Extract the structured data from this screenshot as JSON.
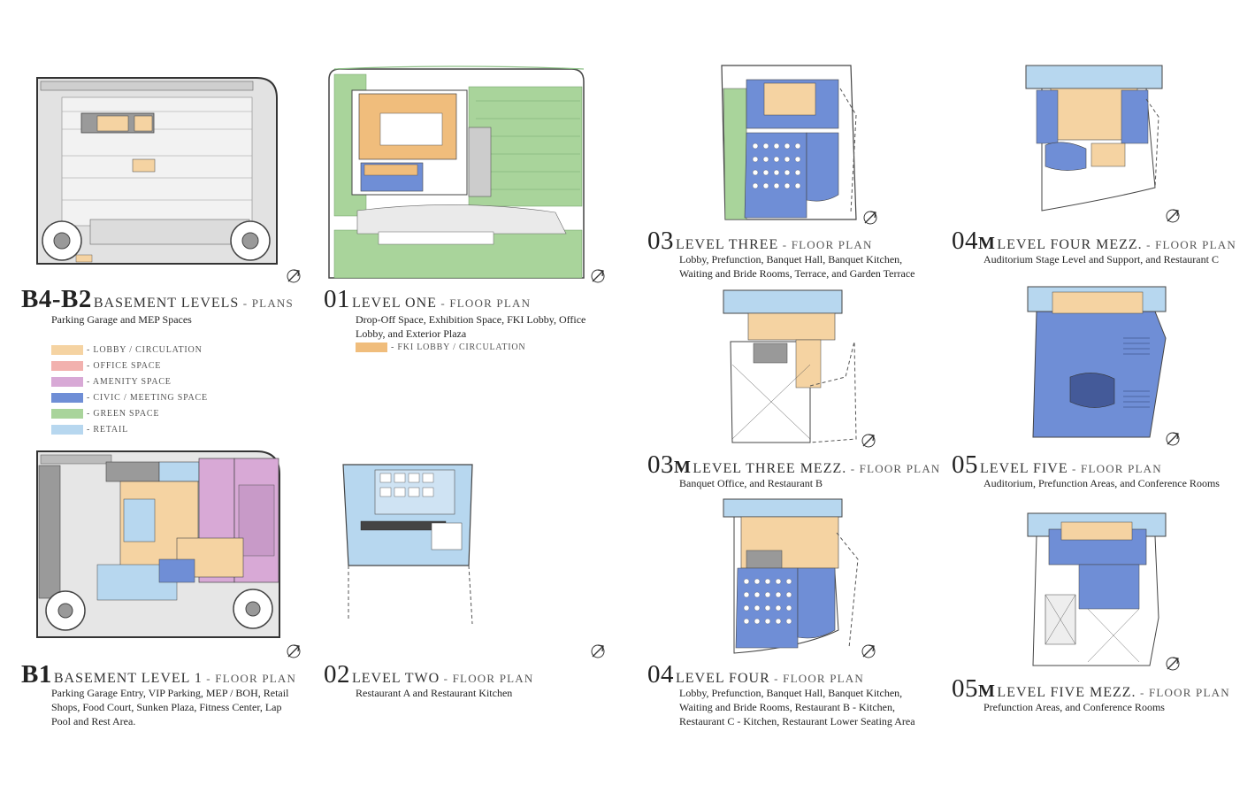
{
  "colors": {
    "lobby": "#f5d3a2",
    "office": "#f2b1ae",
    "amenity": "#d8a9d6",
    "civic": "#6f8ed6",
    "green": "#a9d49b",
    "retail": "#b7d7ef",
    "parking": "#d6d6d6",
    "line": "#333333"
  },
  "legend": {
    "items": [
      {
        "label": "- LOBBY / CIRCULATION",
        "color": "#f5d3a2"
      },
      {
        "label": "- OFFICE SPACE",
        "color": "#f2b1ae"
      },
      {
        "label": "- AMENITY SPACE",
        "color": "#d8a9d6"
      },
      {
        "label": "- CIVIC / MEETING SPACE",
        "color": "#6f8ed6"
      },
      {
        "label": "- GREEN SPACE",
        "color": "#a9d49b"
      },
      {
        "label": "- RETAIL",
        "color": "#b7d7ef"
      }
    ],
    "fki_label": "- FKI LOBBY / CIRCULATION",
    "fki_color": "#f0bd7c"
  },
  "plans": {
    "b4b2": {
      "code": "B4-B2",
      "name": "BASEMENT LEVELS",
      "kind": " - PLANS",
      "desc": [
        "Parking Garage and MEP Spaces"
      ]
    },
    "l01": {
      "code": "01",
      "name": "LEVEL ONE",
      "kind": " - FLOOR PLAN",
      "desc": [
        "Drop-Off Space, Exhibition Space, FKI Lobby, Office",
        "Lobby, and Exterior Plaza"
      ]
    },
    "b1": {
      "code": "B1",
      "name": "BASEMENT LEVEL 1",
      "kind": " - FLOOR PLAN",
      "desc": [
        "Parking Garage Entry, VIP Parking, MEP / BOH, Retail",
        "Shops, Food Court, Sunken Plaza, Fitness Center, Lap",
        "Pool and Rest Area."
      ]
    },
    "l02": {
      "code": "02",
      "name": "LEVEL TWO",
      "kind": " - FLOOR PLAN",
      "desc": [
        "Restaurant A and Restaurant Kitchen"
      ]
    },
    "l03": {
      "code": "03",
      "name": "LEVEL THREE",
      "kind": " - FLOOR PLAN",
      "desc": [
        "Lobby, Prefunction, Banquet Hall, Banquet Kitchen,",
        "Waiting and Bride Rooms, Terrace, and Garden Terrace"
      ]
    },
    "l04m": {
      "code": "04",
      "mezz": "M",
      "name": "LEVEL FOUR MEZZ.",
      "kind": " - FLOOR PLAN",
      "desc": [
        "Auditorium Stage Level and Support, and Restaurant C"
      ]
    },
    "l03m": {
      "code": "03",
      "mezz": "M",
      "name": "LEVEL THREE MEZZ.",
      "kind": " - FLOOR PLAN",
      "desc": [
        "Banquet Office, and Restaurant B"
      ]
    },
    "l05": {
      "code": "05",
      "name": "LEVEL FIVE",
      "kind": " - FLOOR PLAN",
      "desc": [
        "Auditorium, Prefunction Areas, and Conference Rooms"
      ]
    },
    "l04": {
      "code": "04",
      "name": "LEVEL FOUR",
      "kind": " - FLOOR PLAN",
      "desc": [
        "Lobby, Prefunction, Banquet Hall, Banquet Kitchen,",
        "Waiting and Bride Rooms, Restaurant B - Kitchen,",
        "Restaurant C - Kitchen, Restaurant Lower Seating Area"
      ]
    },
    "l05m": {
      "code": "05",
      "mezz": "M",
      "name": "LEVEL FIVE MEZZ.",
      "kind": " - FLOOR PLAN",
      "desc": [
        "Prefunction Areas, and Conference Rooms"
      ]
    }
  }
}
